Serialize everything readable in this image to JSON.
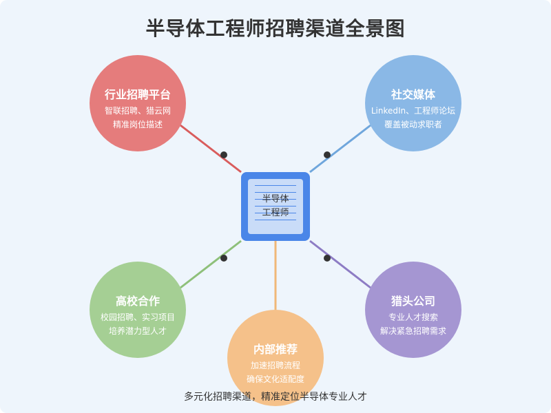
{
  "title": "半导体工程师招聘渠道全景图",
  "hub": {
    "line1": "半导体",
    "line2": "工程师"
  },
  "channels": [
    {
      "name": "行业招聘平台",
      "desc1": "智联招聘、猎云网",
      "desc2": "精准岗位描述",
      "color": "#e57c7c",
      "link_color": "#d95c5c"
    },
    {
      "name": "社交媒体",
      "desc1": "LinkedIn、工程师论坛",
      "desc2": "覆盖被动求职者",
      "color": "#8ab8e6",
      "link_color": "#6fa6dc"
    },
    {
      "name": "高校合作",
      "desc1": "校园招聘、实习项目",
      "desc2": "培养潜力型人才",
      "color": "#a5cf94",
      "link_color": "#8ec07a"
    },
    {
      "name": "内部推荐",
      "desc1": "加速招聘流程",
      "desc2": "确保文化适配度",
      "color": "#f5c18a",
      "link_color": "#f0b878"
    },
    {
      "name": "猎头公司",
      "desc1": "专业人才搜索",
      "desc2": "解决紧急招聘需求",
      "color": "#a596d2",
      "link_color": "#8d7cc4"
    }
  ],
  "caption": "多元化招聘渠道，精准定位半导体专业人才"
}
